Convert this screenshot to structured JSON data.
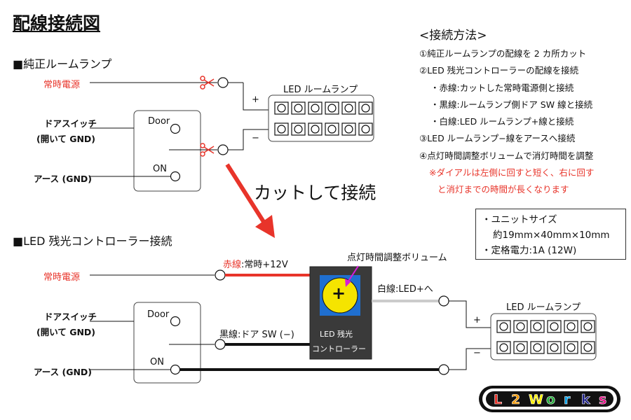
{
  "title": "配線接続図",
  "section_top": "■純正ルームランプ",
  "section_bottom": "■LED 残光コントローラー接続",
  "labels": {
    "constant_power": "常時電源",
    "door_switch": "ドアスイッチ",
    "door_switch_sub": "(開いて GND)",
    "ground": "アース (GND)",
    "door": "Door",
    "on": "ON",
    "plus": "+",
    "minus": "−",
    "led_room_lamp": "LED ルームランプ",
    "cut_and_connect": "カットして接続",
    "red_wire": "赤線",
    "red_wire_desc": ":常時+12V",
    "black_wire": "黒線:ドア SW (−)",
    "white_wire": "白線:LED+へ",
    "timer_volume": "点灯時間調整ボリューム",
    "controller_line1": "LED 残光",
    "controller_line2": "コントローラー",
    "volume_plus": "+"
  },
  "procedure": {
    "heading": "<接続方法>",
    "steps": [
      "①純正ルームランプの配線を 2 カ所カット",
      "②LED 残光コントローラーの配線を接続",
      "・赤線:カットした常時電源側と接続",
      "・黒線:ルームランプ側ドア SW 線と接続",
      "・白線:LED ルームランプ+線と接続",
      "③LED ルームランプ−線をアースへ接続",
      "④点灯時間調整ボリュームで消灯時間を調整"
    ],
    "note1": "※ダイアルは左側に回すと短く、右に回す",
    "note2": "と消灯までの時間が長くなります"
  },
  "spec": {
    "line1": "・ユニットサイズ",
    "line2": "約19mm×40mm×10mm",
    "line3": "・定格電力:1A (12W)"
  },
  "logo_text": "L2Works",
  "colors": {
    "red": "#e8342a",
    "controller_body": "#3a3a3a",
    "volume_yellow": "#f5e400",
    "volume_blue": "#1f6fd0",
    "pointer_magenta": "#d81bd8"
  }
}
